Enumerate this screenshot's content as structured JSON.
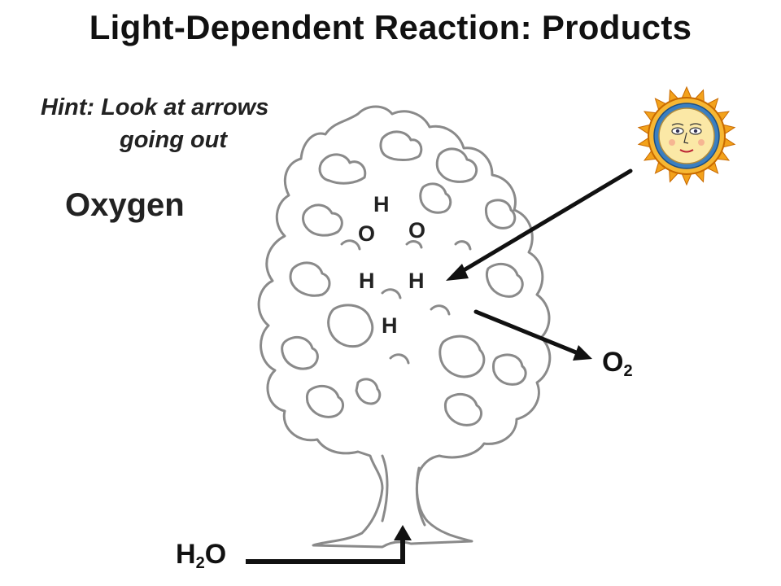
{
  "title": "Light-Dependent Reaction: Products",
  "hint": {
    "line1": "Hint: Look at arrows",
    "line2": "going out"
  },
  "answer": "Oxygen",
  "atoms": [
    "H",
    "O",
    "O",
    "H",
    "H",
    "H"
  ],
  "products": {
    "o2": {
      "symbol": "O",
      "subscript": "2"
    },
    "h2o": {
      "symbol1": "H",
      "subscript": "2",
      "symbol2": "O"
    }
  },
  "colors": {
    "text": "#222222",
    "tree_outline": "#8a8a8a",
    "arrow": "#111111",
    "sun_outer": "#f3a21b",
    "sun_inner": "#fbe8a6"
  },
  "icons": [
    "sun-icon",
    "tree-icon"
  ]
}
